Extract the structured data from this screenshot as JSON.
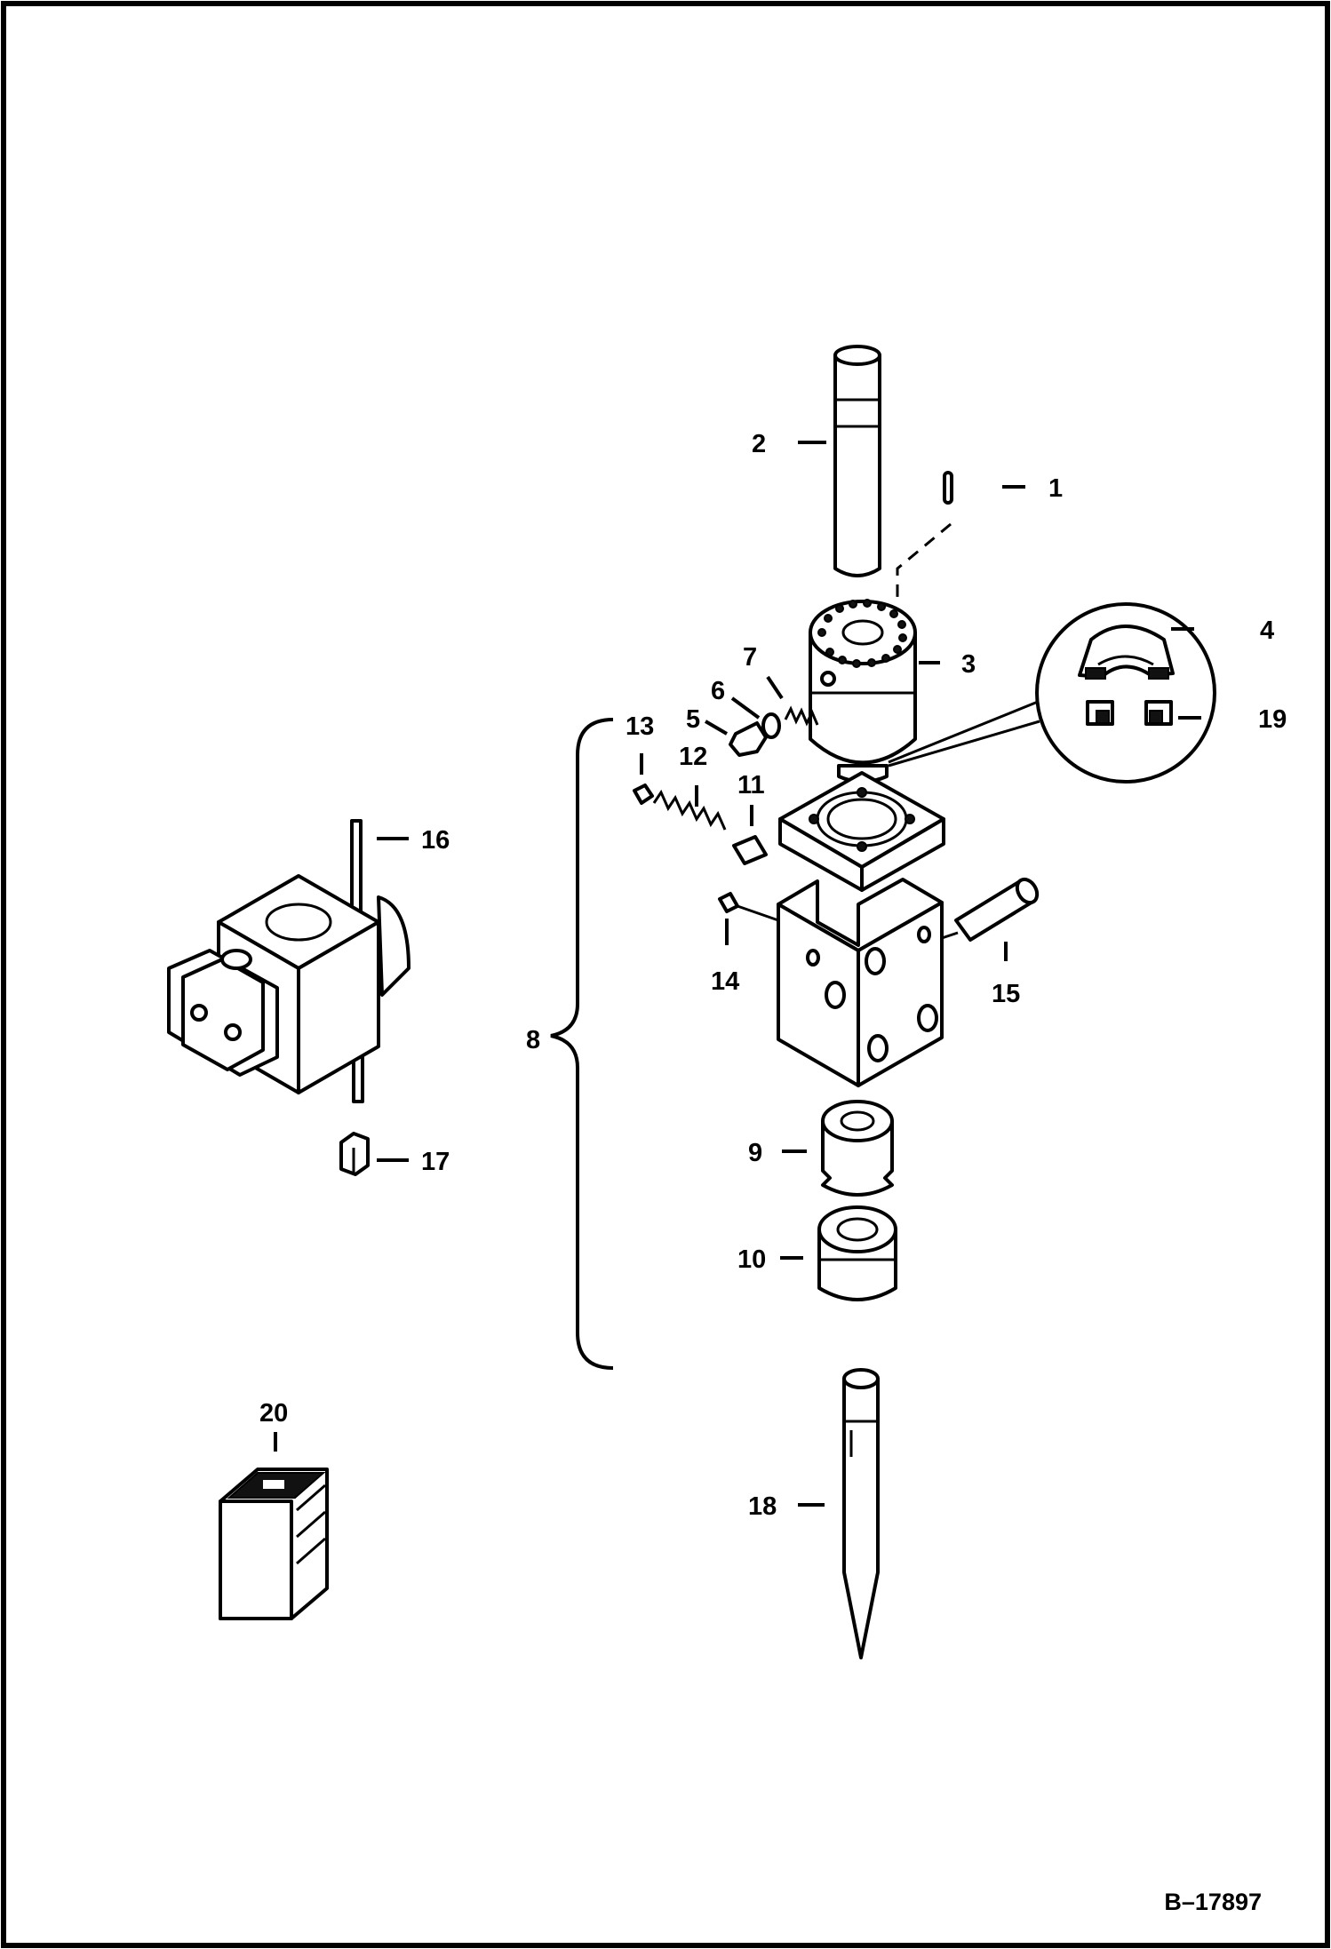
{
  "drawing": {
    "reference_number": "B–17897",
    "callouts": {
      "c1": "1",
      "c2": "2",
      "c3": "3",
      "c4": "4",
      "c5": "5",
      "c6": "6",
      "c7": "7",
      "c8": "8",
      "c9": "9",
      "c10": "10",
      "c11": "11",
      "c12": "12",
      "c13": "13",
      "c14": "14",
      "c15": "15",
      "c16": "16",
      "c17": "17",
      "c18": "18",
      "c19": "19",
      "c20": "20"
    }
  }
}
